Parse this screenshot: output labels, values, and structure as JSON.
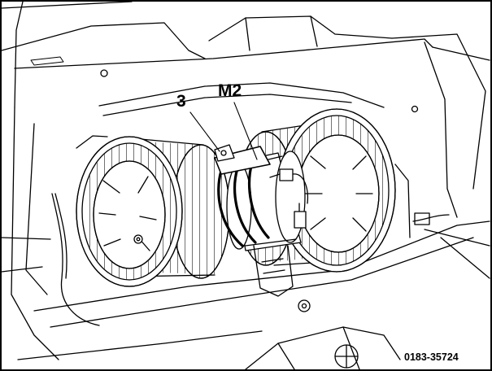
{
  "callouts": {
    "part_3": "3",
    "motor": "M2"
  },
  "figure_ref": "0183-35724",
  "colors": {
    "line": "#000000",
    "background": "#ffffff"
  }
}
